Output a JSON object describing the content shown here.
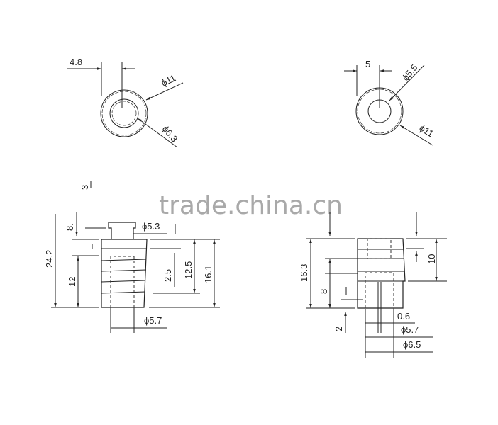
{
  "watermark": "trade.china.cn",
  "top_left_view": {
    "offset": "4.8",
    "outer_diameter": "ϕ11",
    "inner_diameter": "ϕ6.3"
  },
  "top_right_view": {
    "offset": "5",
    "inner_diameter": "ϕ5.5",
    "outer_diameter": "ϕ11"
  },
  "side_left_view": {
    "total_height": "24.2",
    "top_small": "3",
    "cap_height": "8.",
    "lower_height": "12",
    "cap_diameter": "ϕ5.3",
    "rib_pitch": "2.5",
    "ribbed_height": "12.5",
    "body_height": "16.1",
    "bore_diameter": "ϕ5.7"
  },
  "side_right_view": {
    "total_height": "16.3",
    "bore_depth": "8",
    "bottom_offset": "2",
    "rib_height": "10",
    "slot_width": "0.6",
    "bore_diameter": "ϕ5.7",
    "outer_bottom_diameter": "ϕ6.5"
  }
}
